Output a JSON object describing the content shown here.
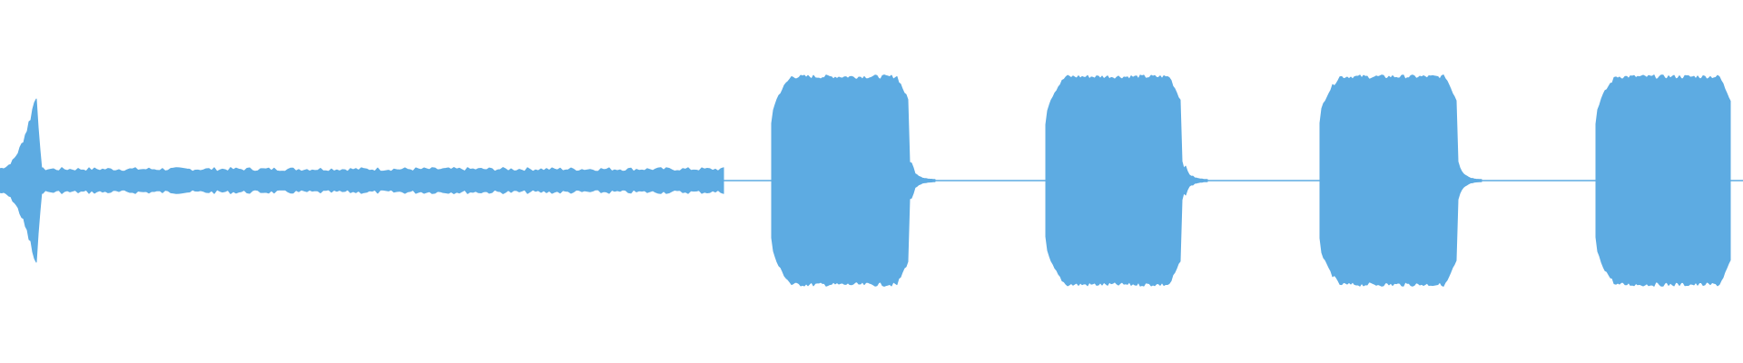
{
  "waveform": {
    "color": "#5dabe2",
    "background": "#ffffff",
    "type": "audio-amplitude-waveform",
    "segments": [
      {
        "kind": "onset-transient",
        "peak_amplitude": 0.9
      },
      {
        "kind": "low-level-tone",
        "amplitude": 0.12
      },
      {
        "kind": "burst",
        "amplitude": 1.0,
        "decay_tail": true
      },
      {
        "kind": "burst",
        "amplitude": 1.0,
        "decay_tail": true
      },
      {
        "kind": "burst",
        "amplitude": 1.0,
        "decay_tail": true
      },
      {
        "kind": "burst",
        "amplitude": 1.0,
        "decay_tail": false
      }
    ]
  }
}
